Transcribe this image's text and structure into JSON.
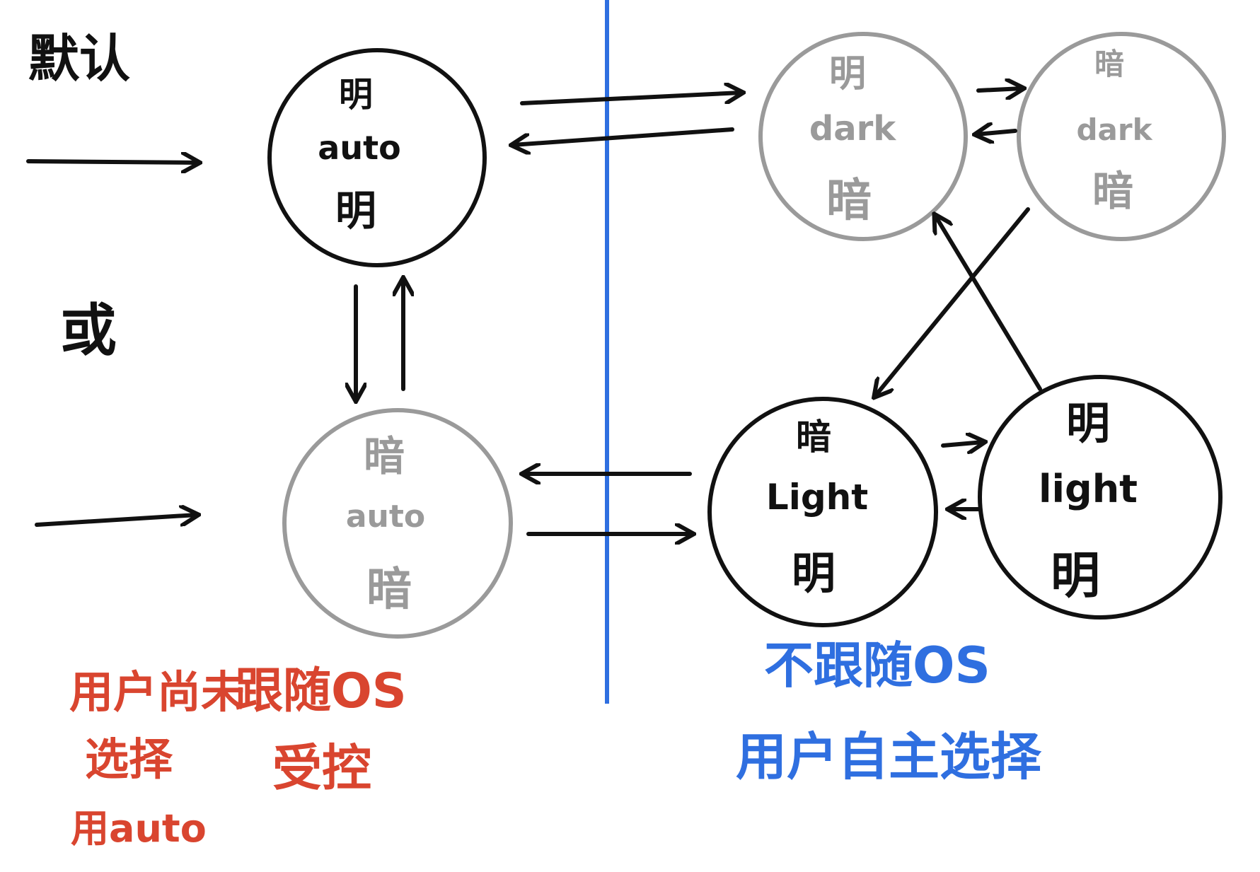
{
  "colors": {
    "black": "#111111",
    "gray": "#9a9a9a",
    "red": "#d9452f",
    "blue": "#2f6fe0"
  },
  "left": {
    "default_label": "默认",
    "or_label": "或"
  },
  "states": {
    "light_auto": {
      "top": "明",
      "mode": "auto",
      "bottom": "明"
    },
    "dark_auto": {
      "top": "暗",
      "mode": "auto",
      "bottom": "暗"
    },
    "light_dark": {
      "top": "明",
      "mode": "dark",
      "bottom": "暗"
    },
    "dark_dark": {
      "top": "暗",
      "mode": "dark",
      "bottom": "暗"
    },
    "dark_light": {
      "top": "暗",
      "mode": "Light",
      "bottom": "明"
    },
    "light_light": {
      "top": "明",
      "mode": "light",
      "bottom": "明"
    }
  },
  "captions": {
    "user_not_chosen": [
      "用户尚未",
      "选择",
      "用auto"
    ],
    "follow_os": [
      "跟随OS",
      "受控"
    ],
    "not_follow_os": [
      "不跟随OS",
      "用户自主选择"
    ]
  }
}
